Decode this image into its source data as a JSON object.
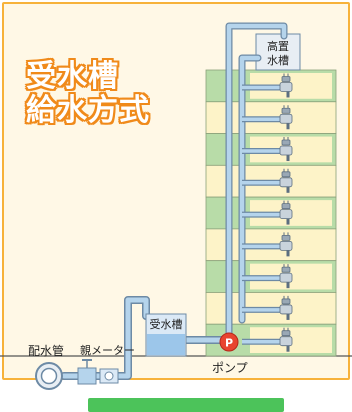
{
  "title": {
    "line1": "受水槽",
    "line2": "給水方式"
  },
  "labels": {
    "high_tank_line1": "高置",
    "high_tank_line2": "水槽",
    "receiving_tank": "受水槽",
    "distribution_pipe": "配水管",
    "parent_meter": "親メーター",
    "pump": "ポンプ",
    "pump_symbol": "P"
  },
  "floors": 9,
  "colors": {
    "frame": "#f7b23a",
    "background": "#fff8e6",
    "building_green": "#b8dca8",
    "building_cream": "#fdf3c8",
    "pipe": "#b5d4ec",
    "pipe_outline": "#6d8aa5",
    "pump": "#e8442f",
    "title_outline": "#f08a1a"
  }
}
